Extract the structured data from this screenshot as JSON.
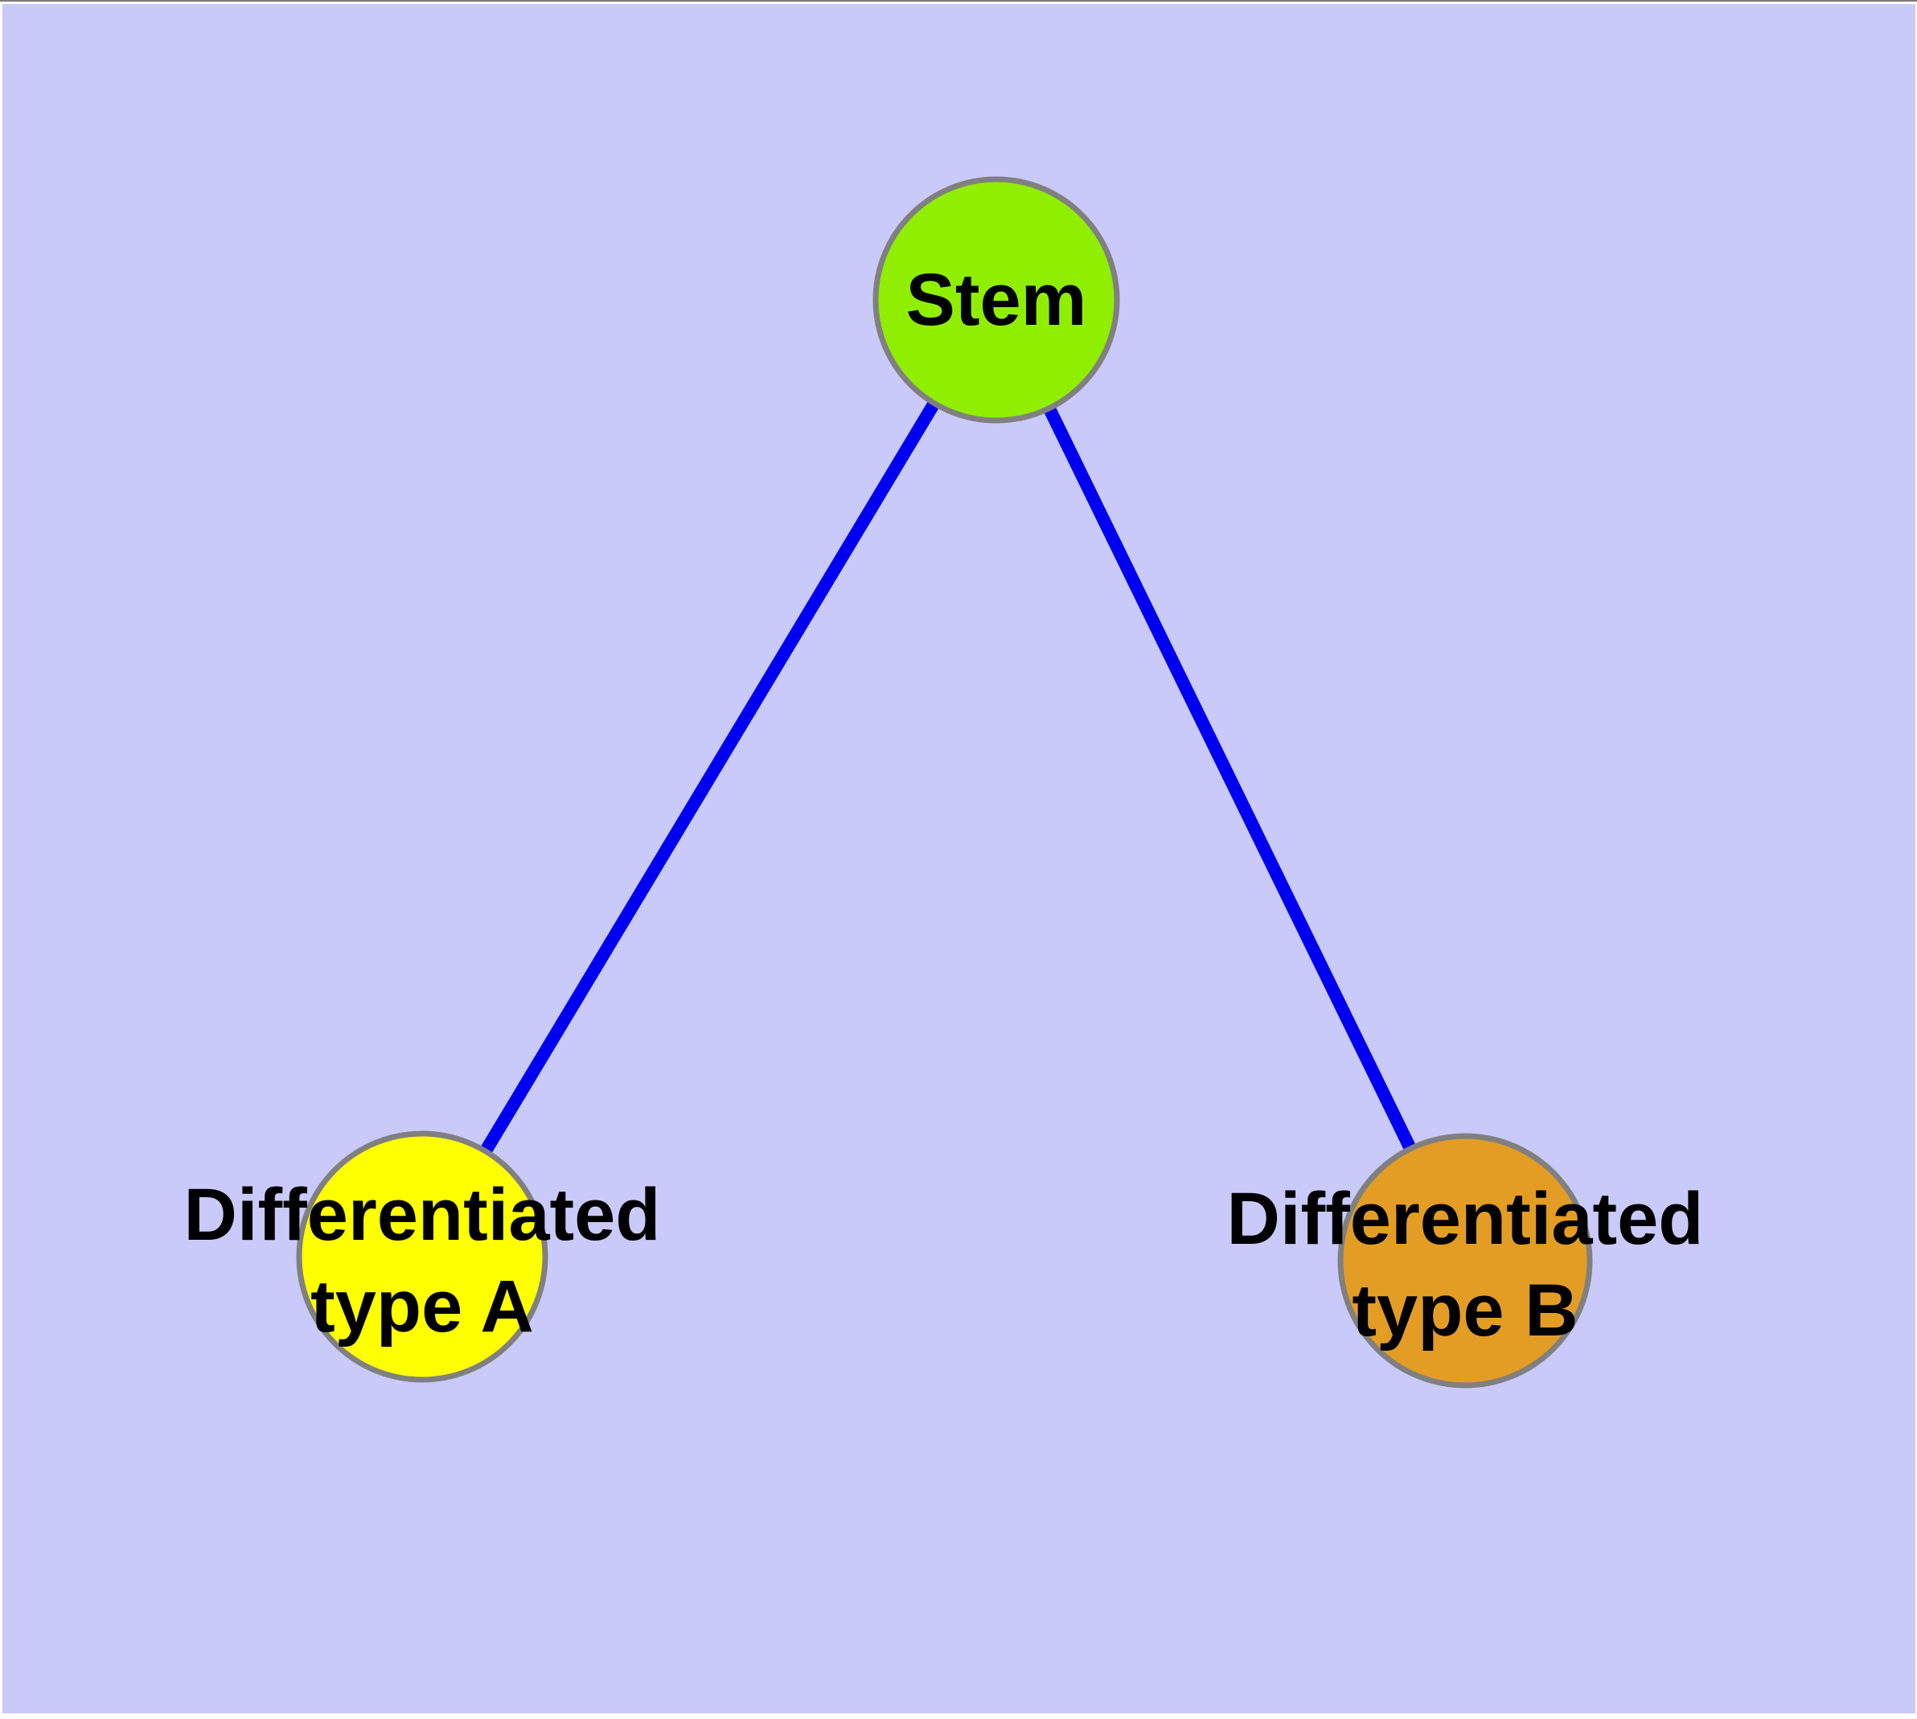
{
  "window": {
    "page_background": "#FFFFFF",
    "top_hairline_color": "#7A7A7A"
  },
  "diagram": {
    "background_color": "#C9C9FA",
    "edge_color": "#0000F0",
    "node_border_color": "#808080",
    "label_color": "#000000",
    "nodes": {
      "stem": {
        "label": "Stem",
        "fill": "#90EE00"
      },
      "type_a": {
        "label": "Differentiated type A",
        "label_line1": "Differentiated",
        "label_line2": "type A",
        "fill": "#FFFF00"
      },
      "type_b": {
        "label": "Differentiated type B",
        "label_line1": "Differentiated",
        "label_line2": "type B",
        "fill": "#E39D24"
      }
    },
    "edges": [
      {
        "from": "stem",
        "to": "type_a"
      },
      {
        "from": "stem",
        "to": "type_b"
      }
    ]
  }
}
